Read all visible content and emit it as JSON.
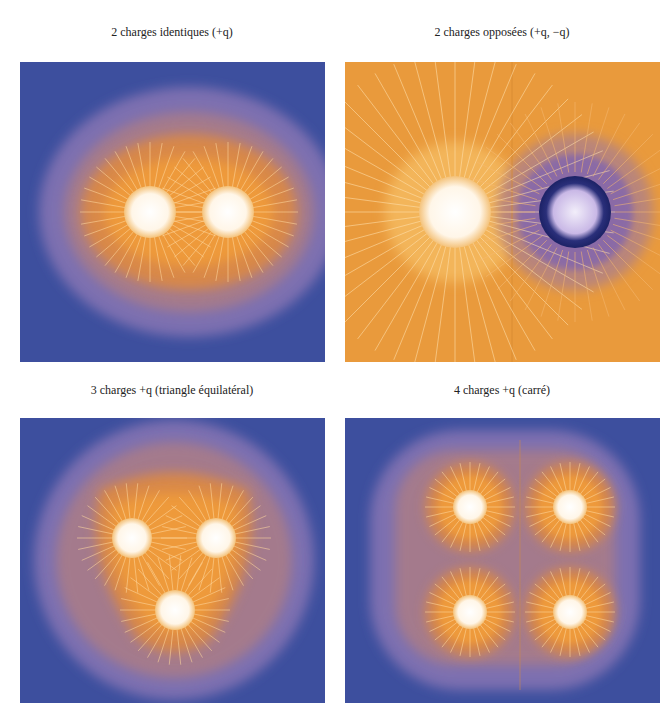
{
  "diagram": {
    "labels": [
      "2 charges identiques (+q)",
      "2 charges opposées (+q, −q)",
      "3 charges +q (triangle équilatéral)",
      "4 charges +q (carré)"
    ]
  }
}
